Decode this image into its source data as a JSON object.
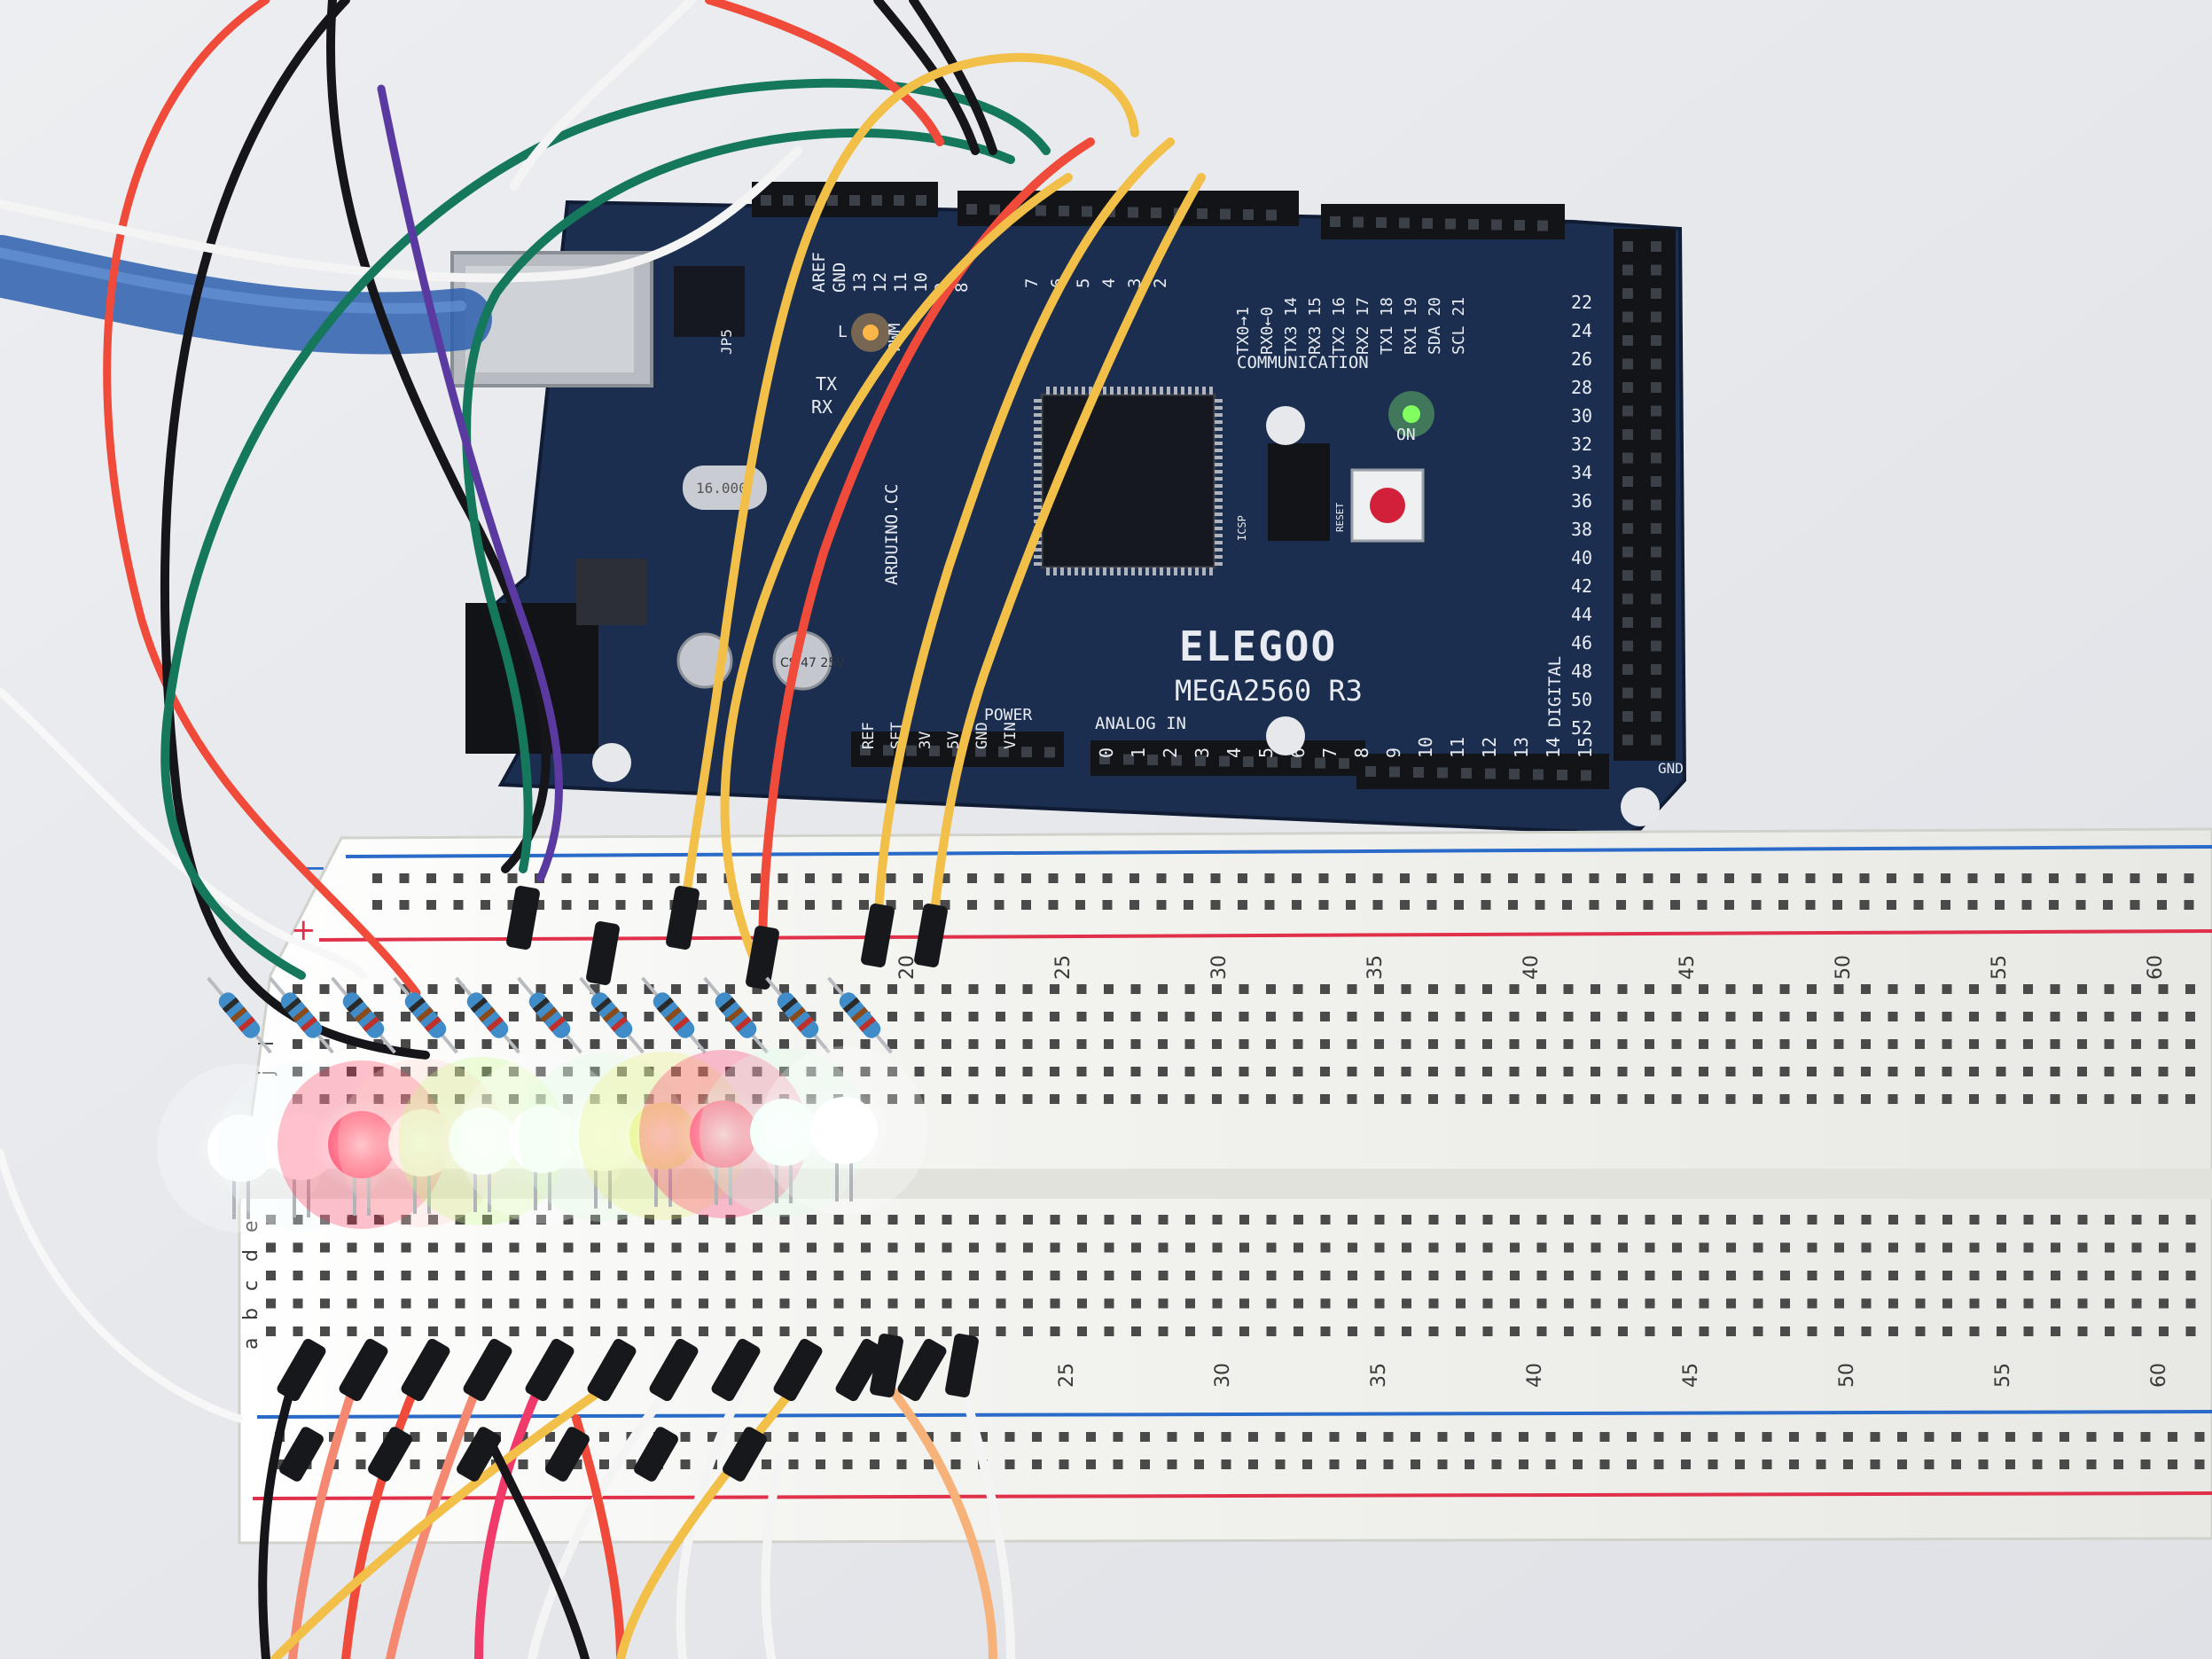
{
  "board": {
    "brand": "ELEGOO",
    "model": "MEGA2560 R3",
    "website": "ARDUINO.CC",
    "header_left_labels": [
      "AREF",
      "GND",
      "13",
      "12",
      "11",
      "10",
      "9",
      "8"
    ],
    "header_pwm_labels": [
      "7",
      "6",
      "5",
      "4",
      "3",
      "2"
    ],
    "comm_pins": [
      "TX0→1",
      "RX0←0",
      "TX3 14",
      "RX3 15",
      "TX2 16",
      "RX2 17",
      "TX1 18",
      "RX1 19",
      "SDA 20",
      "SCL 21"
    ],
    "comm_label": "COMMUNICATION",
    "pwm_label": "PWM",
    "on_label": "ON",
    "l_label": "L",
    "tx_label": "TX",
    "rx_label": "RX",
    "icsp_label": "ICSP",
    "reset_label": "RESET",
    "jp5_label": "JP5",
    "analog_label": "ANALOG   IN",
    "analog_pins": [
      "0",
      "1",
      "2",
      "3",
      "4",
      "5",
      "6",
      "7",
      "8",
      "9",
      "10",
      "11",
      "12",
      "13",
      "14",
      "15"
    ],
    "power_labels": [
      "REF",
      "SET",
      "3V",
      "5V",
      "GND",
      "VIN"
    ],
    "power_label": "POWER",
    "digital_label": "DIGITAL",
    "digital_pins": [
      "22",
      "24",
      "26",
      "28",
      "30",
      "32",
      "34",
      "36",
      "38",
      "40",
      "42",
      "44",
      "46",
      "48",
      "50",
      "52"
    ],
    "gnd_label": "GND",
    "cap_label": "CS 47 25V",
    "crystal_label": "16.000"
  },
  "breadboard": {
    "top_numbers": [
      "20",
      "25",
      "30",
      "35",
      "40",
      "45",
      "50",
      "55",
      "60"
    ],
    "bottom_numbers": [
      "25",
      "30",
      "35",
      "40",
      "45",
      "50",
      "55",
      "60"
    ],
    "row_letters_bottom": [
      "e",
      "d",
      "c",
      "b",
      "a"
    ],
    "row_letters_top": [
      "i",
      "j"
    ],
    "rail_plus": "+",
    "rail_minus": "−"
  },
  "leds": [
    {
      "color": "#ffffff",
      "glow": "#ffffff"
    },
    {
      "color": "#ffffff",
      "glow": "#f2fbff"
    },
    {
      "color": "#ff4a6a",
      "glow": "#ff2048"
    },
    {
      "color": "#ffe8e4",
      "glow": "#ffd0c8"
    },
    {
      "color": "#f2fff0",
      "glow": "#c8ff80"
    },
    {
      "color": "#ffffff",
      "glow": "#ffffff"
    },
    {
      "color": "#f4fff4",
      "glow": "#e0ffe0"
    },
    {
      "color": "#eaf58a",
      "glow": "#e8f070"
    },
    {
      "color": "#ff5a78",
      "glow": "#ff2060"
    },
    {
      "color": "#f0fff8",
      "glow": "#d8ffe8"
    },
    {
      "color": "#ffffff",
      "glow": "#ffffff"
    }
  ],
  "wire_colors": {
    "red": "#f04a3a",
    "black": "#15151a",
    "white": "#f4f4f4",
    "green": "#15785c",
    "yellow": "#f2c048",
    "orange": "#f58870",
    "pink": "#ef3a6a",
    "purple": "#5a3aa0",
    "usb_blue": "#2d5fae"
  },
  "colors": {
    "board_pcb": "#1a2d4e",
    "board_silk": "#e8ecf2",
    "breadboard": "#f3f3f0",
    "rail_red": "#e0304a",
    "rail_blue": "#2a6ac8"
  }
}
